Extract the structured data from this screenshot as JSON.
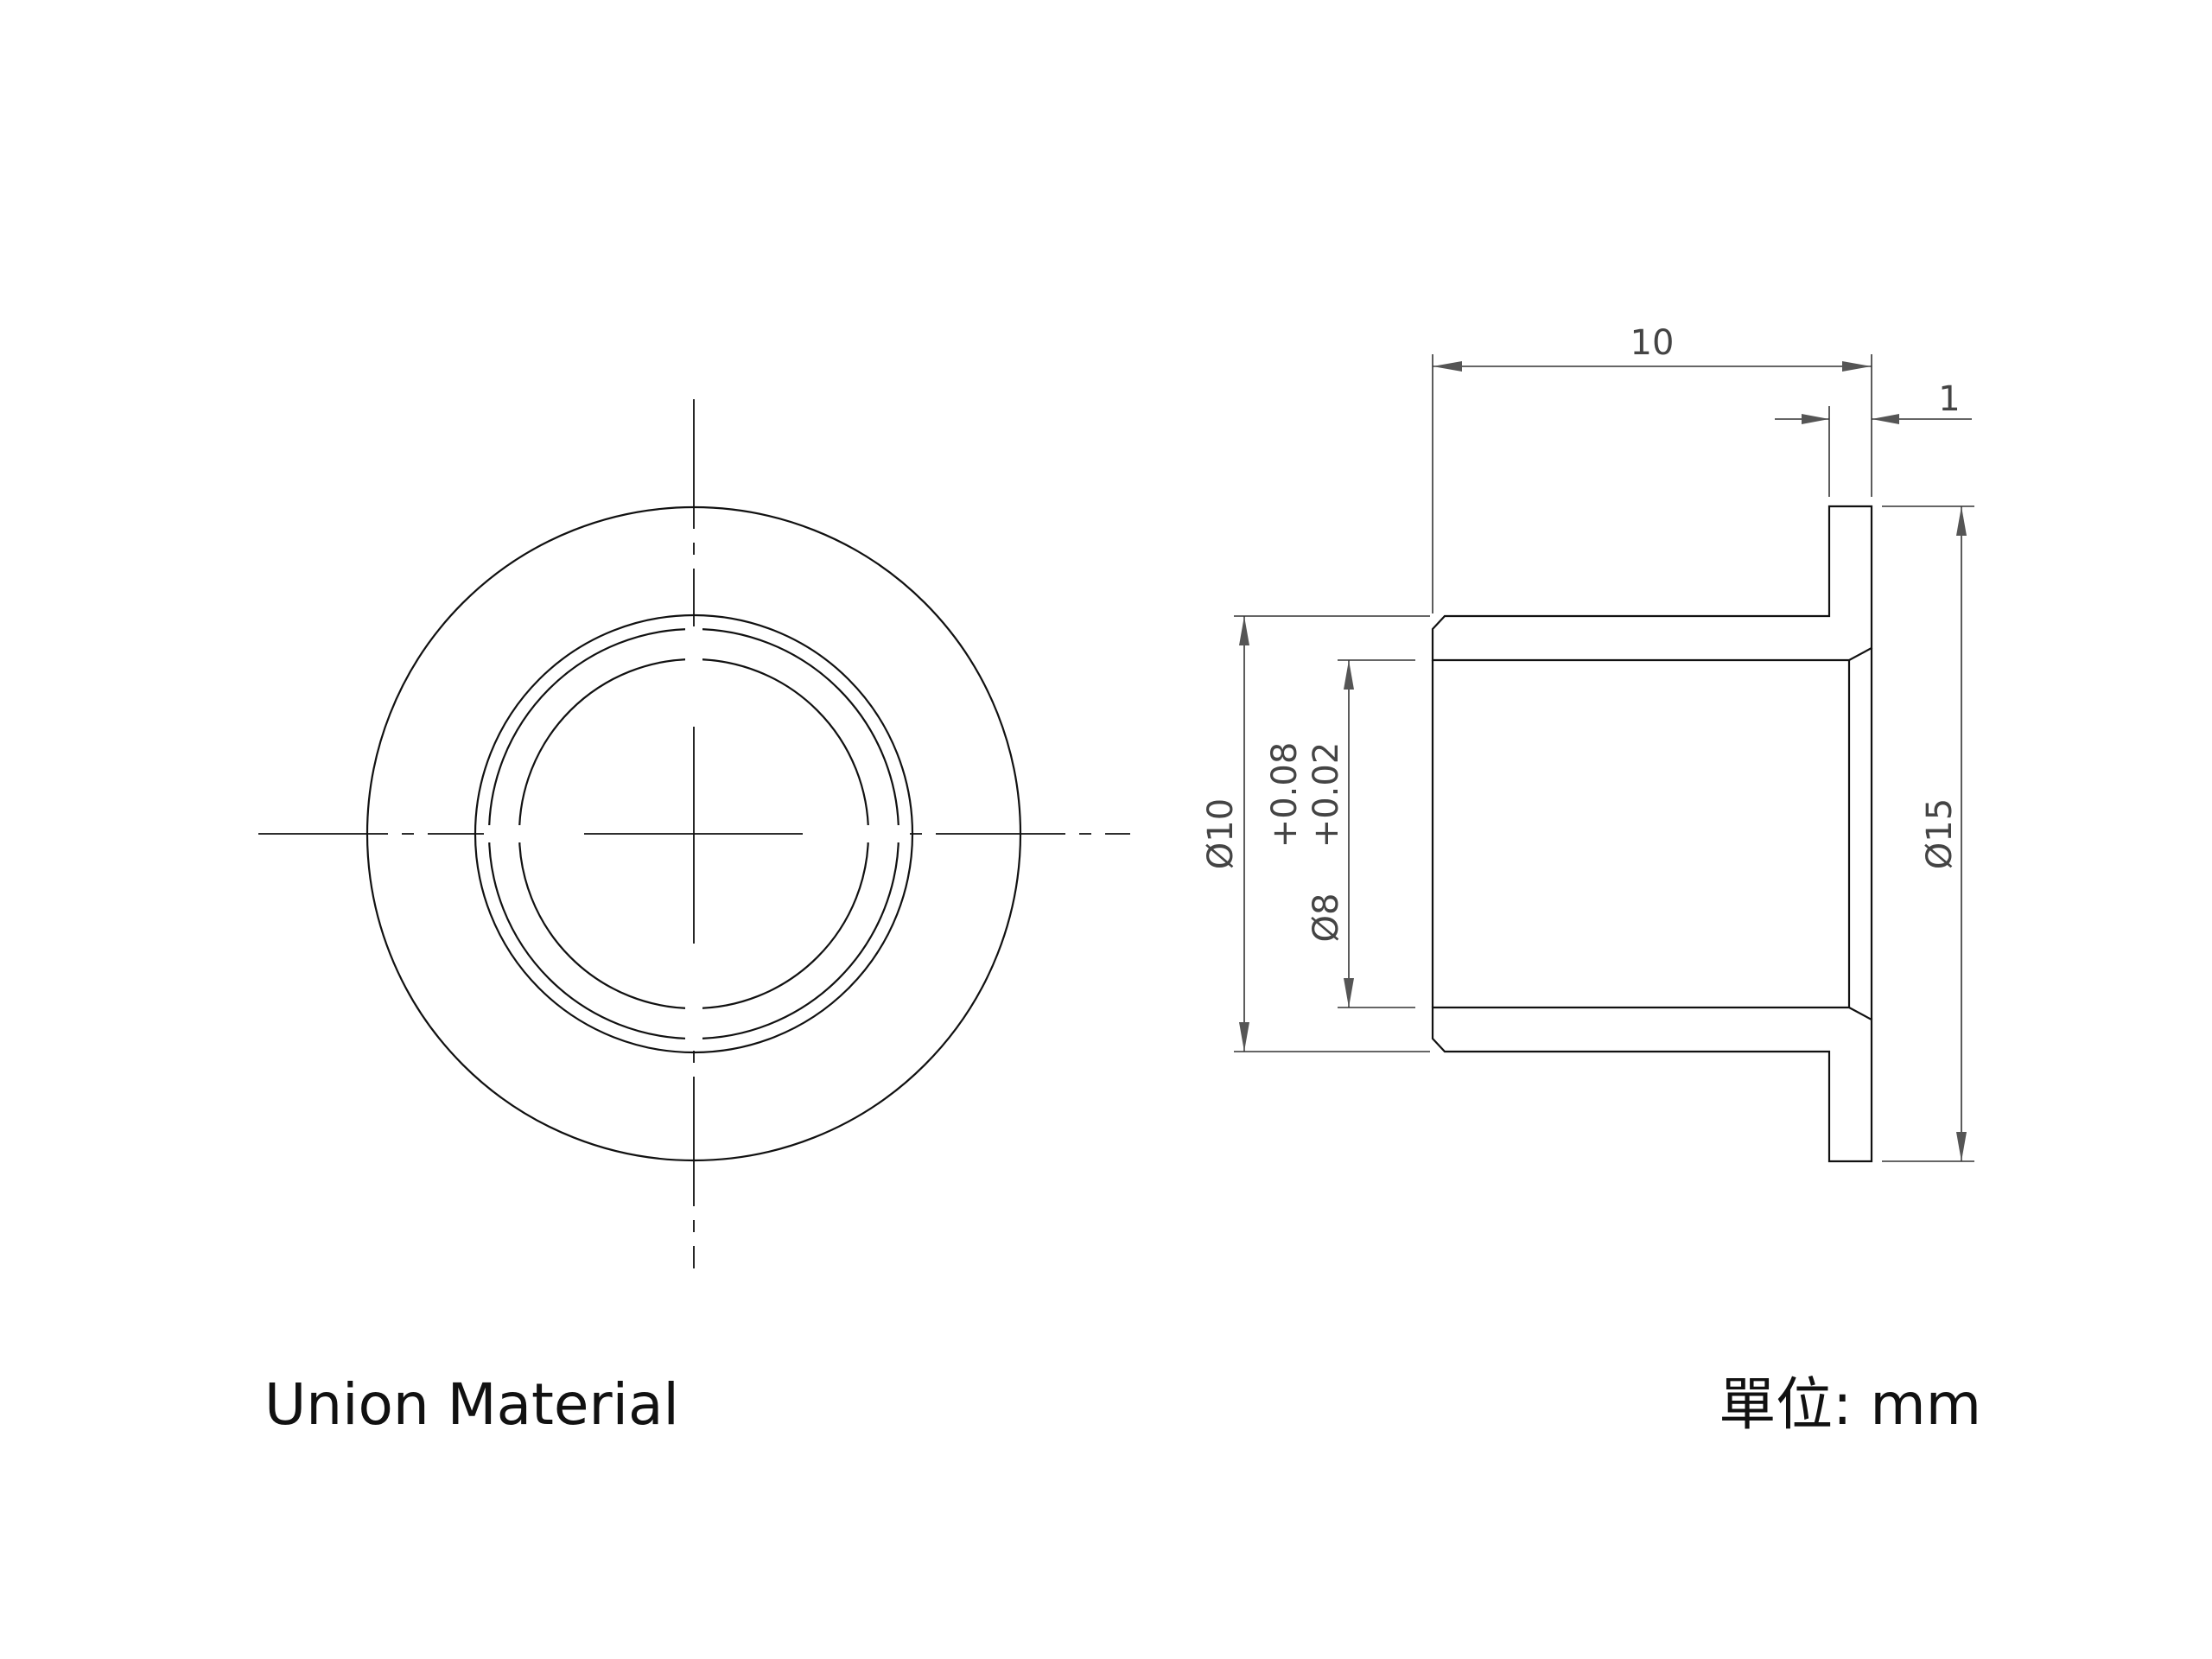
{
  "drawing": {
    "company": "Union Material",
    "units_label": "單位: mm",
    "dimensions": {
      "length": "10",
      "flange_thickness": "1",
      "outer_diameter": "Ø10",
      "inner_diameter": "Ø8",
      "inner_tol_upper": "+0.08",
      "inner_tol_lower": "+0.02",
      "flange_diameter": "Ø15"
    }
  }
}
